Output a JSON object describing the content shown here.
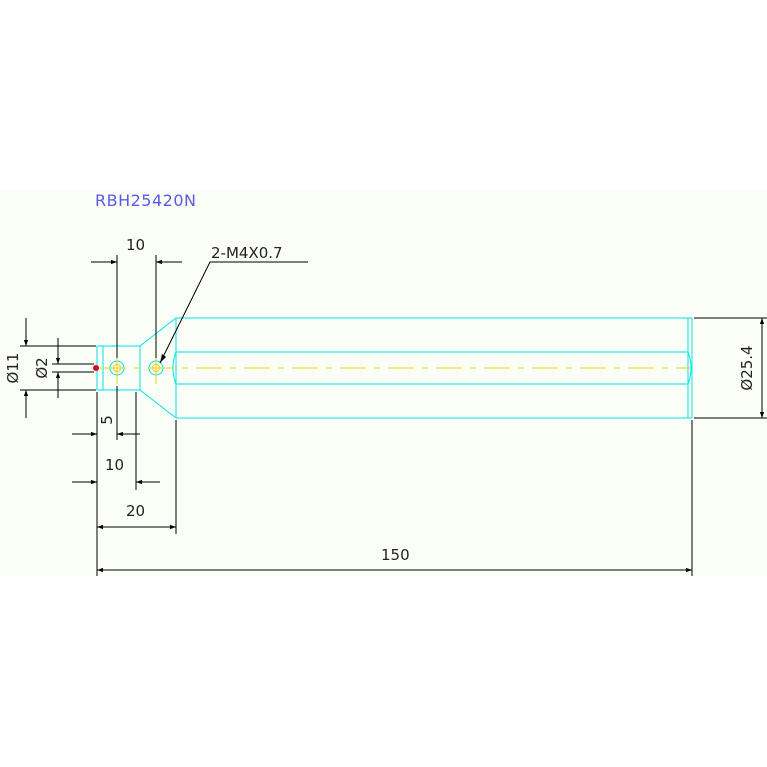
{
  "drawing": {
    "part_number": "RBH25420N",
    "thread_callout": "2-M4X0.7",
    "colors": {
      "sheet_background": "#fbfdf7",
      "part_outline": "#00e5e5",
      "dimension_lines": "#000000",
      "centerline": "#e6d21e",
      "title": "#5a5ae6",
      "hole_highlight": "#cc1111"
    },
    "dimensions": {
      "hole_spacing_top": "10",
      "dia_11": "Ø11",
      "dia_2": "Ø2",
      "dia_25_4": "Ø25.4",
      "offset_5": "5",
      "offset_10": "10",
      "taper_length_20": "20",
      "overall_length_150": "150"
    }
  }
}
